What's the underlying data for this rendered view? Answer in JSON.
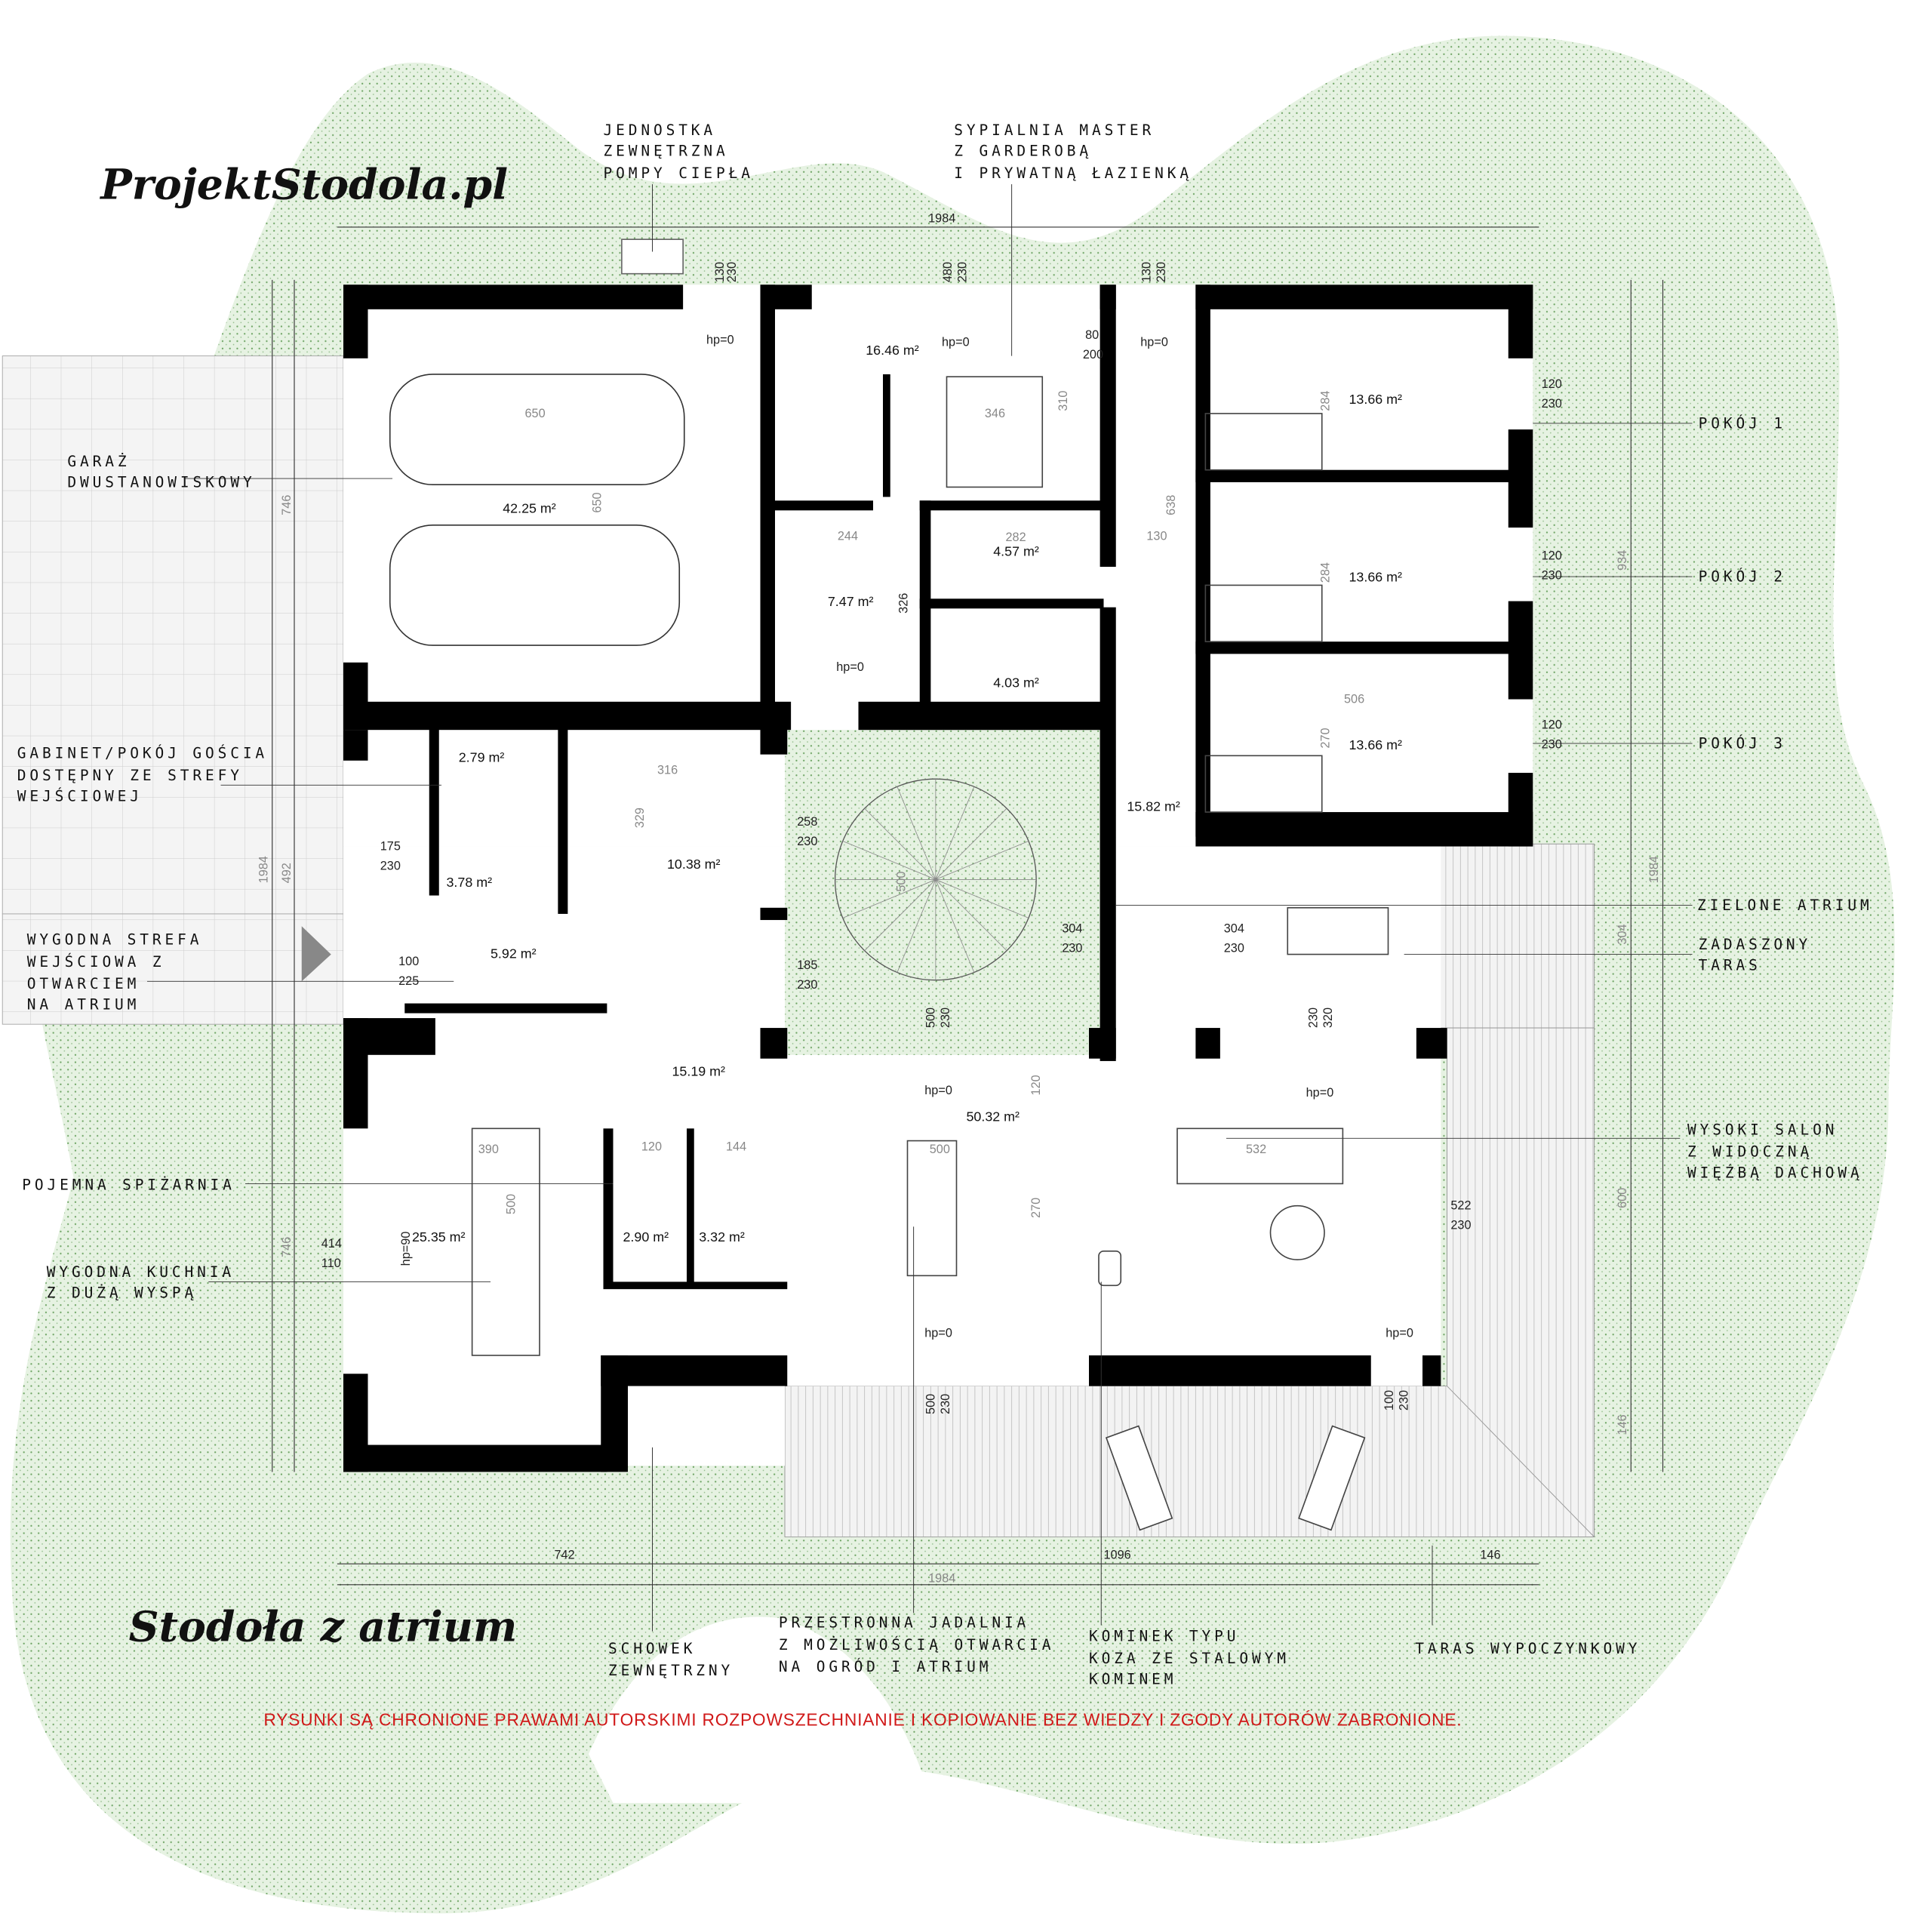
{
  "brand": {
    "logo": "ProjektStodola.pl",
    "project_name": "Stodoła z atrium"
  },
  "colors": {
    "garden": "#e3f1df",
    "wall": "#000000",
    "warning": "#d01818",
    "paving": "#f2f2f2"
  },
  "annotations": {
    "heat_pump": [
      "JEDNOSTKA",
      "ZEWNĘTRZNA",
      "POMPY CIEPŁA"
    ],
    "master": [
      "SYPIALNIA MASTER",
      "Z GARDEROBĄ",
      "I PRYWATNĄ ŁAZIENKĄ"
    ],
    "garage": [
      "GARAŻ",
      "DWUSTANOWISKOWY"
    ],
    "office": [
      "GABINET/POKÓJ GOŚCIA",
      "DOSTĘPNY ZE STREFY",
      "WEJŚCIOWEJ"
    ],
    "entry": [
      "WYGODNA STREFA",
      "WEJŚCIOWA Z",
      "OTWARCIEM",
      "NA ATRIUM"
    ],
    "pantry": [
      "POJEMNA SPIŻARNIA"
    ],
    "kitchen": [
      "WYGODNA KUCHNIA",
      "Z DUŻĄ WYSPĄ"
    ],
    "room1": [
      "POKÓJ 1"
    ],
    "room2": [
      "POKÓJ 2"
    ],
    "room3": [
      "POKÓJ 3"
    ],
    "atrium": [
      "ZIELONE ATRIUM"
    ],
    "covered_terrace": [
      "ZADASZONY",
      "TARAS"
    ],
    "salon": [
      "WYSOKI SALON",
      "Z WIDOCZNĄ",
      "WIĘŹBĄ DACHOWĄ"
    ],
    "storage": [
      "SCHOWEK",
      "ZEWNĘTRZNY"
    ],
    "dining": [
      "PRZESTRONNA JADALNIA",
      "Z MOŻLIWOŚCIĄ OTWARCIA",
      "NA OGRÓD I ATRIUM"
    ],
    "fireplace": [
      "KOMINEK TYPU",
      "KOZA ZE STALOWYM",
      "KOMINEM"
    ],
    "rest_terrace": [
      "TARAS WYPOCZYNKOWY"
    ]
  },
  "areas": {
    "garage": "42.25 m²",
    "master": "16.46 m²",
    "bath_master": "7.47 m²",
    "wardrobe": "4.57 m²",
    "wc_master": "4.03 m²",
    "room1": "13.66 m²",
    "room2": "13.66 m²",
    "room3": "13.66 m²",
    "corridor": "15.82 m²",
    "tech": "2.79 m²",
    "wc_entry": "3.78 m²",
    "office": "10.38 m²",
    "vestibule": "5.92 m²",
    "hall": "15.19 m²",
    "living": "50.32 m²",
    "kitchen": "25.35 m²",
    "pantry": "2.90 m²",
    "bath": "3.32 m²"
  },
  "dimensions": {
    "total_top": "1984",
    "total_bottom": "1984",
    "left_total": "1984",
    "right_total": "1984",
    "bottom_1": "742",
    "bottom_2": "1096",
    "bottom_3": "146",
    "left_1": "746",
    "left_2": "492",
    "left_3": "746",
    "right_1": "934",
    "right_2": "304",
    "right_3": "600",
    "right_4": "146",
    "garage_car": "650",
    "garage_depth": "650",
    "master_w": "346",
    "master_d": "310",
    "win_1": [
      "130",
      "230"
    ],
    "win_2": [
      "480",
      "230"
    ],
    "win_3": [
      "130",
      "230"
    ],
    "door_1": [
      "80",
      "200"
    ],
    "corridor_len": "638",
    "corridor_w": "130",
    "room_d": "284",
    "room3_d": "270",
    "room3_w": "506",
    "room_win": [
      "120",
      "230"
    ],
    "bath_w": "244",
    "bath_d": "326",
    "ward_w": "282",
    "office_w": "316",
    "office_d": "329",
    "office_win": [
      "258",
      "230"
    ],
    "wc_d": "175",
    "entry_win": [
      "175",
      "230"
    ],
    "door_entry": [
      "100",
      "225"
    ],
    "atrium_d": "500",
    "atrium_win": [
      "304",
      "230"
    ],
    "atrium_win2": [
      "185",
      "230"
    ],
    "atrium_door": [
      "500",
      "230"
    ],
    "terrace_win": [
      "304",
      "230"
    ],
    "terrace_door": [
      "230",
      "320"
    ],
    "salon_win": [
      "522",
      "230"
    ],
    "kitchen_win": [
      "414",
      "110"
    ],
    "kitchen_w": "390",
    "kitchen_d": "500",
    "table": "500",
    "sofa": "532",
    "living_d": "270",
    "dining_d": "120",
    "bottom_door": [
      "100",
      "230"
    ],
    "dining_win": [
      "500",
      "230"
    ],
    "pantry_w": "120",
    "bath2_w": "144",
    "hp": "hp=0",
    "hp90": "hp=90"
  },
  "copyright": "RYSUNKI SĄ CHRONIONE PRAWAMI AUTORSKIMI ROZPOWSZECHNIANIE I KOPIOWANIE BEZ WIEDZY I ZGODY AUTORÓW ZABRONIONE."
}
